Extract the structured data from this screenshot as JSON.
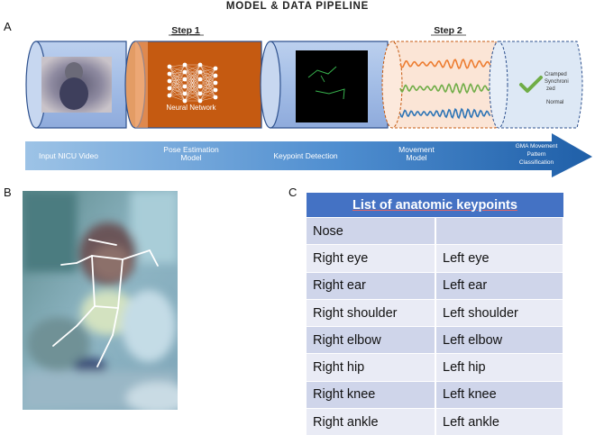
{
  "title": "MODEL & DATA PIPELINE",
  "panels": {
    "a": "A",
    "b": "B",
    "c": "C"
  },
  "steps": {
    "step1": "Step 1",
    "step2": "Step 2"
  },
  "neural_network_label": "Neural Network",
  "classification_labels": [
    "Cramped",
    "Synchroni",
    "zed",
    "Normal"
  ],
  "arrow_stages": [
    [
      "Input NICU Video"
    ],
    [
      "Pose Estimation",
      "Model"
    ],
    [
      "Keypoint Detection"
    ],
    [
      "Movement",
      "Model"
    ],
    [
      "GMA Movement",
      "Pattern",
      "Classification"
    ]
  ],
  "table": {
    "header": "List of anatomic keypoints",
    "rows": [
      [
        "Nose",
        ""
      ],
      [
        "Right eye",
        "Left eye"
      ],
      [
        "Right ear",
        "Left ear"
      ],
      [
        "Right shoulder",
        "Left shoulder"
      ],
      [
        "Right elbow",
        "Left elbow"
      ],
      [
        "Right hip",
        "Left hip"
      ],
      [
        "Right knee",
        "Left knee"
      ],
      [
        "Right ankle",
        "Left ankle"
      ]
    ]
  },
  "colors": {
    "cylinder_blue": "#a9c3e8",
    "neural_orange": "#c55a11",
    "arrow_blue": "#2e75b6",
    "table_header": "#4472c4",
    "row_dark": "#cfd5ea",
    "row_light": "#e9ebf5",
    "wave_orange": "#ed7d31",
    "wave_green": "#70ad47",
    "wave_blue": "#2e75b6",
    "check_green": "#70ad47"
  }
}
